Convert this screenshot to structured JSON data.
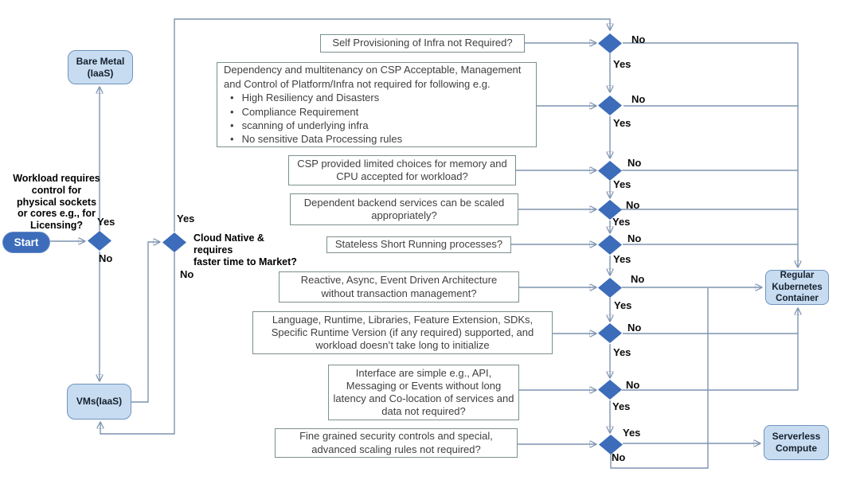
{
  "nodes": {
    "start": {
      "label": "Start"
    },
    "bare_metal": {
      "lines": [
        "Bare Metal",
        "(IaaS)"
      ]
    },
    "vms": {
      "label": "VMs(IaaS)"
    },
    "kubernetes": {
      "lines": [
        "Regular",
        "Kubernetes",
        "Container"
      ]
    },
    "serverless": {
      "lines": [
        "Serverless",
        "Compute"
      ]
    }
  },
  "decision_prompts": {
    "workload_control": {
      "lines": [
        "Workload requires",
        "control for",
        "physical sockets",
        "or cores e.g., for",
        "Licensing?"
      ]
    },
    "cloud_native": {
      "lines": [
        "Cloud Native & requires",
        "faster time to Market?"
      ]
    }
  },
  "questions": {
    "self_provisioning": "Self Provisioning of Infra not Required?",
    "csp_dependency": {
      "intro": "Dependency and multitenancy on CSP Acceptable, Management and Control of Platform/Infra not required for following e.g.",
      "bullets": [
        "High Resiliency and Disasters",
        "Compliance Requirement",
        "scanning of underlying infra",
        "No sensitive Data Processing rules"
      ]
    },
    "csp_limited_choices": "CSP provided limited choices for memory and CPU accepted for workload?",
    "backend_scaling": "Dependent backend services can be scaled appropriately?",
    "stateless": "Stateless Short Running processes?",
    "reactive": "Reactive, Async, Event Driven Architecture without transaction management?",
    "language_runtime": "Language, Runtime, Libraries, Feature Extension, SDKs, Specific Runtime Version (if any required) supported, and workload doesn’t take long to initialize",
    "interface_simple": "Interface are simple e.g., API, Messaging or Events without long latency and Co-location of services and data not required?",
    "fine_grained": "Fine grained security controls and special, advanced scaling rules not required?"
  },
  "edge_labels": {
    "yes": "Yes",
    "no": "No"
  },
  "colors": {
    "diamond": "#3c6cba",
    "terminal_fill": "#c7dcf0",
    "terminal_border": "#6f93bd",
    "connector": "#7e94b0",
    "question_border": "#7c8f8f",
    "text_dark": "#16202e"
  }
}
